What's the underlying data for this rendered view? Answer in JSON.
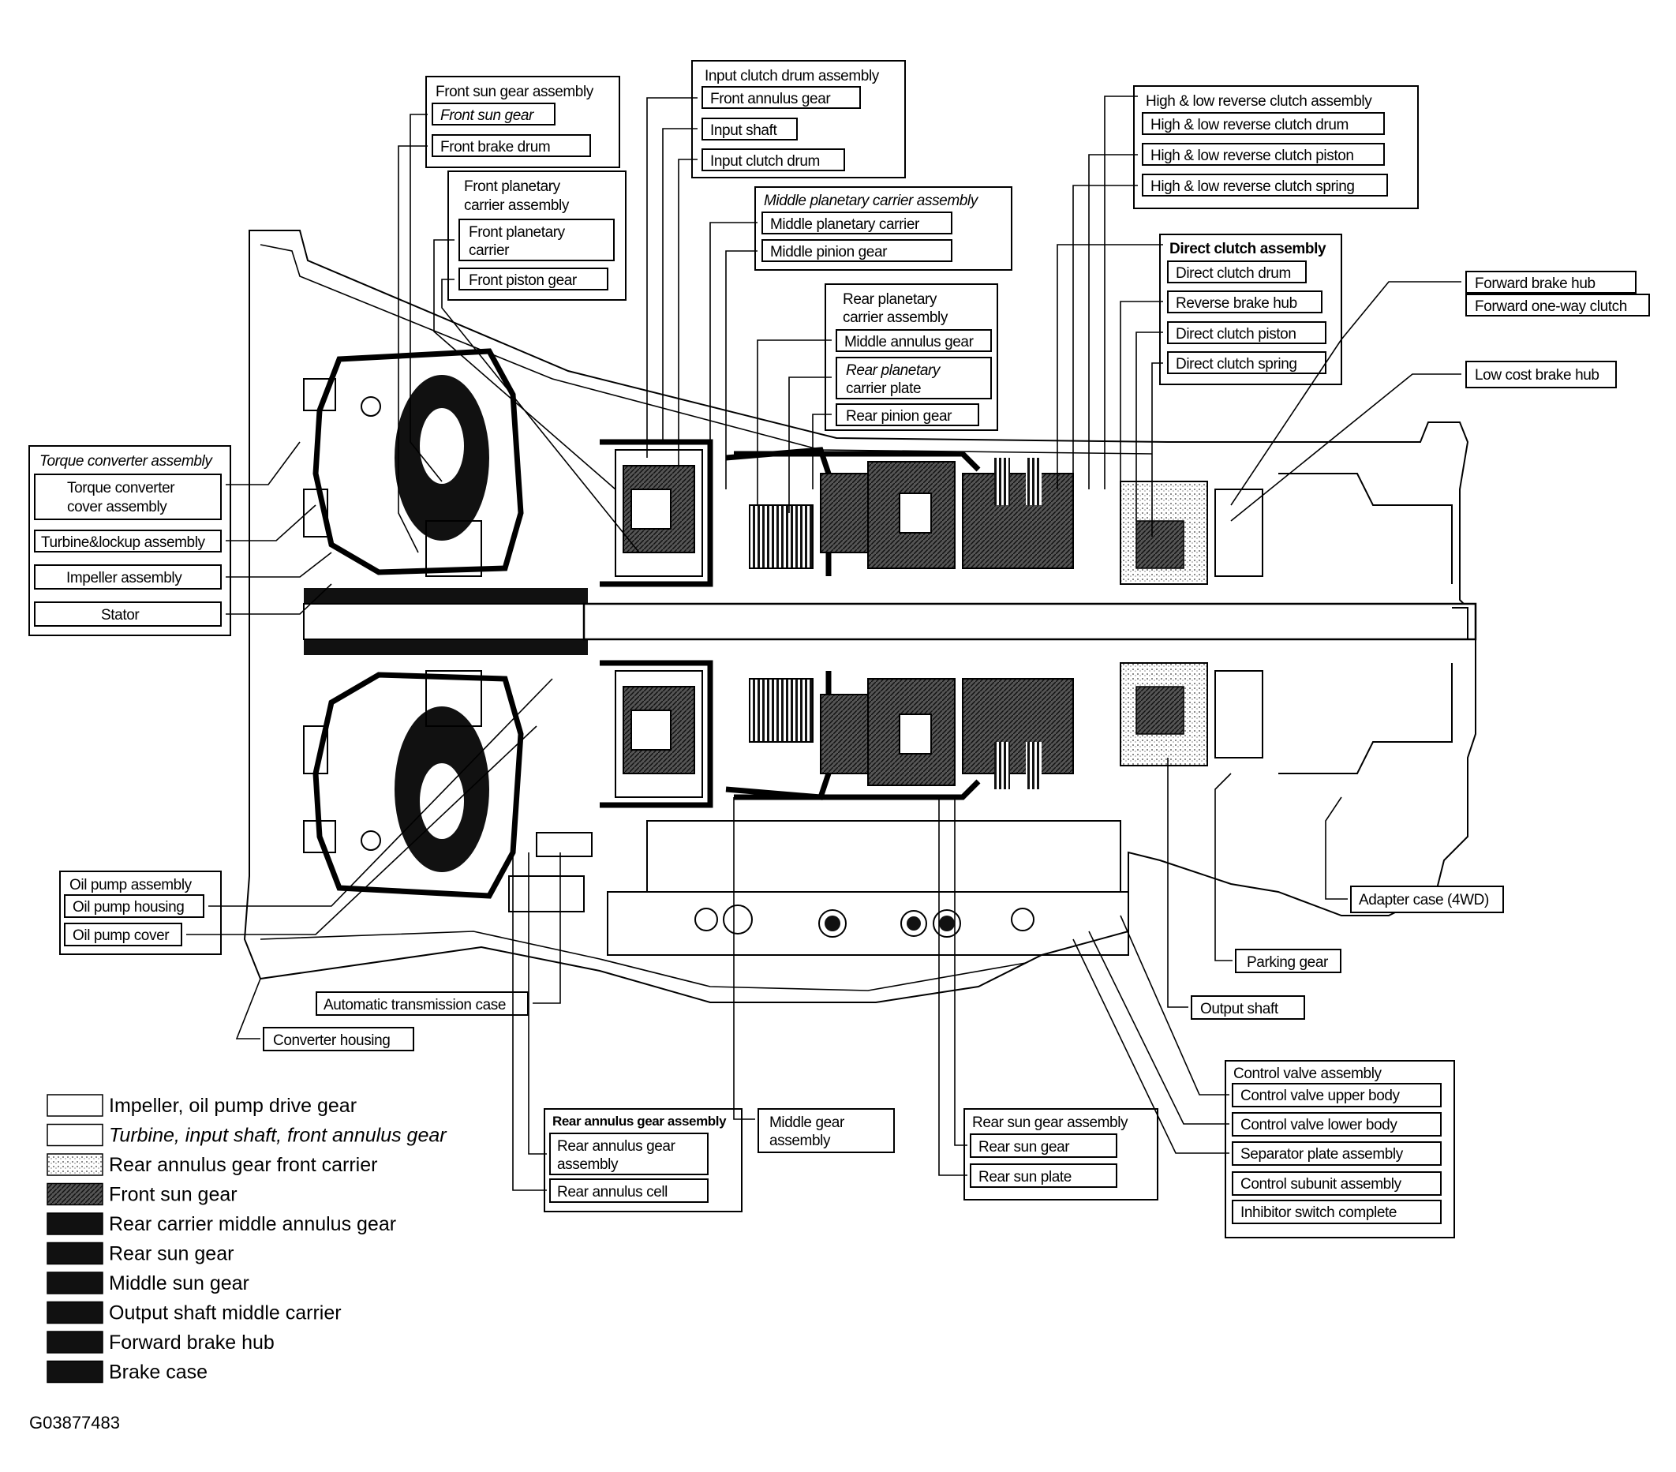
{
  "figure_id": "G03877483",
  "labels": {
    "front_sun_gear_assembly": "Front sun gear assembly",
    "front_sun_gear": "Front sun gear",
    "front_brake_drum": "Front brake drum",
    "input_clutch_drum_assembly": "Input clutch drum assembly",
    "front_annulus_gear": "Front annulus gear",
    "input_shaft": "Input shaft",
    "input_clutch_drum": "Input clutch drum",
    "front_planetary_carrier_assembly_1": "Front planetary",
    "front_planetary_carrier_assembly_2": "carrier assembly",
    "front_planetary_carrier_1": "Front planetary",
    "front_planetary_carrier_2": "carrier",
    "front_piston_gear": "Front piston gear",
    "middle_planetary_carrier_assembly": "Middle planetary carrier assembly",
    "middle_planetary_carrier": "Middle planetary carrier",
    "middle_pinion_gear": "Middle pinion gear",
    "rear_planetary_carrier_assembly_1": "Rear planetary",
    "rear_planetary_carrier_assembly_2": "carrier assembly",
    "middle_annulus_gear": "Middle annulus gear",
    "rear_planetary_carrier_plate_1": "Rear planetary",
    "rear_planetary_carrier_plate_2": "carrier plate",
    "rear_pinion_gear": "Rear pinion gear",
    "high_low_reverse_clutch_assembly": "High & low reverse clutch assembly",
    "high_low_reverse_clutch_drum": "High & low reverse clutch drum",
    "high_low_reverse_clutch_piston": "High & low reverse clutch piston",
    "high_low_reverse_clutch_spring": "High & low reverse clutch spring",
    "direct_clutch_assembly": "Direct clutch assembly",
    "direct_clutch_drum": "Direct clutch drum",
    "reverse_brake_hub": "Reverse brake hub",
    "direct_clutch_piston": "Direct clutch piston",
    "direct_clutch_spring": "Direct clutch spring",
    "forward_brake_hub": "Forward brake hub",
    "forward_one_way_clutch": "Forward one-way clutch",
    "low_cost_brake_hub": "Low cost brake hub",
    "torque_converter_assembly": "Torque converter assembly",
    "torque_converter_cover_assembly_1": "Torque converter",
    "torque_converter_cover_assembly_2": "cover assembly",
    "turbine_lockup_assembly": "Turbine&lockup assembly",
    "impeller_assembly": "Impeller assembly",
    "stator": "Stator",
    "oil_pump_assembly": "Oil pump assembly",
    "oil_pump_housing": "Oil pump housing",
    "oil_pump_cover": "Oil pump cover",
    "automatic_transmission_case": "Automatic transmission case",
    "converter_housing": "Converter housing",
    "adapter_case": "Adapter case (4WD)",
    "parking_gear": "Parking gear",
    "output_shaft": "Output shaft",
    "control_valve_assembly": "Control valve assembly",
    "control_valve_upper_body": "Control valve upper body",
    "control_valve_lower_body": "Control valve lower body",
    "separator_plate_assembly": "Separator plate assembly",
    "control_subunit_assembly": "Control subunit assembly",
    "inhibitor_switch_complete": "Inhibitor switch complete",
    "rear_annulus_gear_assembly_group": "Rear annulus gear assembly",
    "rear_annulus_gear_assembly_1": "Rear annulus gear",
    "rear_annulus_gear_assembly_2": "assembly",
    "rear_annulus_cell": "Rear annulus cell",
    "middle_gear_assembly_1": "Middle gear",
    "middle_gear_assembly_2": "assembly",
    "rear_sun_gear_assembly": "Rear sun gear assembly",
    "rear_sun_gear": "Rear sun gear",
    "rear_sun_plate": "Rear sun plate"
  },
  "legend": [
    {
      "label": "Impeller, oil pump drive gear",
      "style": "plain",
      "fill": "#ffffff"
    },
    {
      "label": "Turbine, input shaft, front annulus gear",
      "style": "italic",
      "fill": "#ffffff"
    },
    {
      "label": "Rear annulus gear front carrier",
      "style": "plain",
      "fill": "#d8d8d8"
    },
    {
      "label": "Front sun gear",
      "style": "plain",
      "fill": "#6e6e6e"
    },
    {
      "label": "Rear carrier middle annulus gear",
      "style": "plain",
      "fill": "#111111"
    },
    {
      "label": "Rear sun gear",
      "style": "plain",
      "fill": "#111111"
    },
    {
      "label": "Middle sun gear",
      "style": "plain",
      "fill": "#111111"
    },
    {
      "label": "Output shaft middle carrier",
      "style": "plain",
      "fill": "#111111"
    },
    {
      "label": "Forward brake hub",
      "style": "plain",
      "fill": "#111111"
    },
    {
      "label": "Brake case",
      "style": "plain",
      "fill": "#111111"
    }
  ]
}
